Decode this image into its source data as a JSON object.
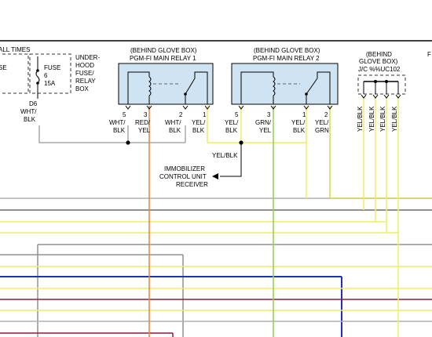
{
  "colors": {
    "wht_blk": "#a8a8a8",
    "red_yel": "#e8833a",
    "yel_blk": "#eeee66",
    "grn_yel": "#8ed055",
    "yel_grn": "#d8d840",
    "blue": "#1f2fbf",
    "maroon": "#8b1f3a",
    "gray": "#909090"
  },
  "labels": {
    "all_times": "ALL TIMES",
    "fuse_partial": "SE",
    "fuse_name": "FUSE",
    "fuse_num": "6",
    "fuse_amp": "15A",
    "fuse_loc": [
      "UNDER-",
      "HOOD",
      "FUSE/",
      "RELAY",
      "BOX"
    ],
    "fuse_pin": "D6",
    "fuse_wire": [
      "WHT/",
      "BLK"
    ],
    "relay1_loc": "(BEHIND GLOVE BOX)",
    "relay1_name": "PGM-FI MAIN RELAY 1",
    "relay2_loc": "(BEHIND GLOVE BOX)",
    "relay2_name": "PGM-FI MAIN RELAY 2",
    "jc_loc": [
      "(BEHIND",
      "GLOVE BOX)"
    ],
    "jc_name": "J/C %%UC102",
    "edge_letter": "F",
    "yel_blk_branch": "YEL/BLK",
    "immobilizer": [
      "IMMOBILIZER",
      "CONTROL UNIT",
      "RECEIVER"
    ]
  },
  "relay1_pins": [
    {
      "num": "5",
      "wire": [
        "WHT/",
        "BLK"
      ]
    },
    {
      "num": "3",
      "wire": [
        "RED/",
        "YEL"
      ]
    },
    {
      "num": "2",
      "wire": [
        "WHT/",
        "BLK"
      ]
    },
    {
      "num": "1",
      "wire": [
        "YEL/",
        "BLK"
      ]
    }
  ],
  "relay2_pins": [
    {
      "num": "5",
      "wire": [
        "YEL/",
        "BLK"
      ]
    },
    {
      "num": "3",
      "wire": [
        "GRN/",
        "YEL"
      ]
    },
    {
      "num": "1",
      "wire": [
        "YEL/",
        "BLK"
      ]
    },
    {
      "num": "2",
      "wire": [
        "YEL/",
        "GRN"
      ]
    }
  ],
  "jc_wires": [
    "YEL/BLK",
    "YEL/BLK",
    "YEL/BLK",
    "YEL/BLK"
  ]
}
